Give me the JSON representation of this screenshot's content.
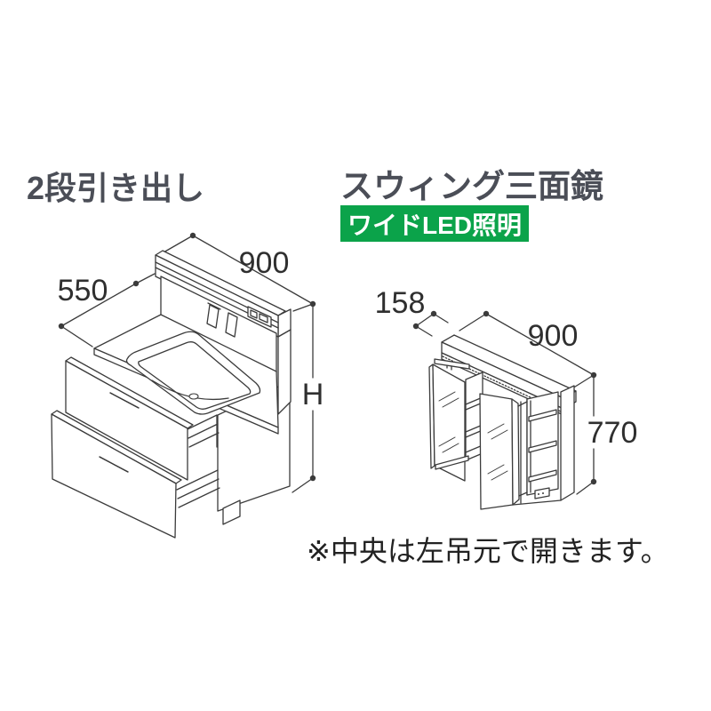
{
  "page": {
    "background": "#ffffff"
  },
  "left_product": {
    "title": "2段引き出し",
    "width_label": "900",
    "depth_label": "550",
    "height_label": "H"
  },
  "right_product": {
    "title": "スウィング三面鏡",
    "badge": "ワイドLED照明",
    "depth_label": "158",
    "width_label": "900",
    "height_label": "770"
  },
  "footnote": "※中央は左吊元で開きます。",
  "colors": {
    "badge_green": "#0ba34a",
    "line_color": "#3b3b3b",
    "title_color": "#4b4e57",
    "dim_text_color": "#2f2f2f",
    "footnote_color": "#222222"
  }
}
